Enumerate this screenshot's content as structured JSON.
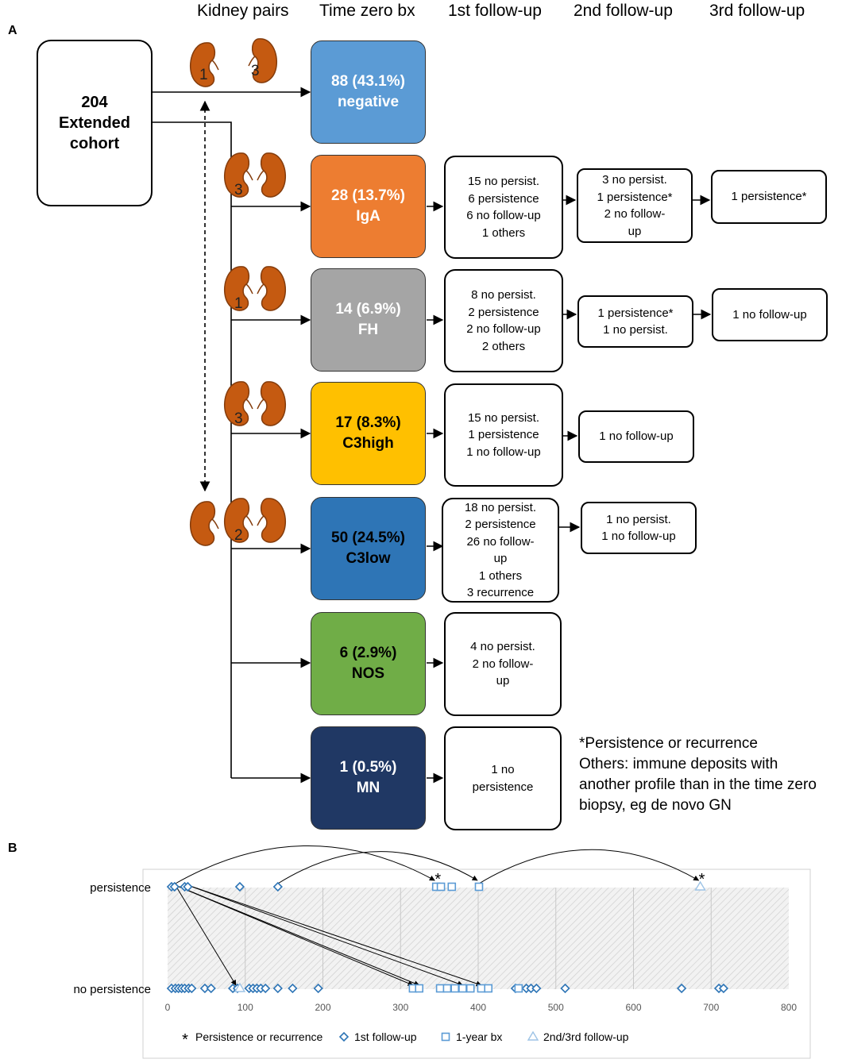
{
  "headers": [
    "Kidney pairs",
    "Time zero bx",
    "1st follow-up",
    "2nd follow-up",
    "3rd follow-up"
  ],
  "panel_a": "A",
  "panel_b": "B",
  "cohort": {
    "count": "204",
    "line1": "Extended",
    "line2": "cohort"
  },
  "categories": [
    {
      "id": "negative",
      "line1": "88 (43.1%)",
      "line2": "negative",
      "color": "#5B9BD5",
      "text_color": "#ffffff",
      "kidney_pairs": [
        "1",
        "3"
      ]
    },
    {
      "id": "iga",
      "line1": "28 (13.7%)",
      "line2": "IgA",
      "color": "#ED7D31",
      "text_color": "#ffffff",
      "kidney_pairs": [
        "3"
      ]
    },
    {
      "id": "fh",
      "line1": "14 (6.9%)",
      "line2": "FH",
      "color": "#A5A5A5",
      "text_color": "#ffffff",
      "kidney_pairs": [
        "1"
      ]
    },
    {
      "id": "c3high",
      "line1": "17  (8.3%)",
      "line2": "C3high",
      "color": "#FFC000",
      "text_color": "#000000",
      "kidney_pairs": [
        "3"
      ]
    },
    {
      "id": "c3low",
      "line1": "50 (24.5%)",
      "line2": "C3low",
      "color": "#2E75B6",
      "text_color": "#000000",
      "kidney_pairs": [
        "2"
      ]
    },
    {
      "id": "nos",
      "line1": "6 (2.9%)",
      "line2": "NOS",
      "color": "#70AD47",
      "text_color": "#000000",
      "kidney_pairs": []
    },
    {
      "id": "mn",
      "line1": "1 (0.5%)",
      "line2": "MN",
      "color": "#203864",
      "text_color": "#ffffff",
      "kidney_pairs": []
    }
  ],
  "left_single_kidney": "",
  "first_followup": {
    "iga": [
      "15 no persist.",
      "6 persistence",
      "6 no follow-up",
      "1 others"
    ],
    "fh": [
      "8 no persist.",
      "2 persistence",
      "2 no follow-up",
      "2 others"
    ],
    "c3high": [
      "15 no persist.",
      "1 persistence",
      "1 no follow-up"
    ],
    "c3low": [
      "18 no persist.",
      "2 persistence",
      "26 no follow-",
      "up",
      "1 others",
      "3 recurrence"
    ],
    "nos": [
      "4 no persist.",
      "2 no follow-",
      "up"
    ],
    "mn": [
      "1 no",
      "persistence"
    ]
  },
  "second_followup": {
    "iga": [
      "3 no persist.",
      "1 persistence*",
      "2 no follow-",
      "up"
    ],
    "fh": [
      "1 persistence*",
      "1 no persist."
    ],
    "c3high": [
      "1 no follow-up"
    ],
    "c3low": [
      "1 no persist.",
      "1 no follow-up"
    ]
  },
  "third_followup": {
    "iga": [
      "1 persistence*"
    ],
    "fh": [
      "1 no follow-up"
    ]
  },
  "notes": [
    "*Persistence or recurrence",
    "Others: immune deposits with",
    "another profile than in the time zero",
    "biopsy, eg de novo GN"
  ],
  "chart_data": {
    "type": "scatter",
    "xlim": [
      0,
      800
    ],
    "xticks": [
      "0",
      "100",
      "200",
      "300",
      "400",
      "500",
      "600",
      "700",
      "800"
    ],
    "ycategories": [
      "persistence",
      "no persistence"
    ],
    "grid": true,
    "legend_placement": "bottom",
    "legend": [
      {
        "marker": "asterisk",
        "label": "Persistence or recurrence"
      },
      {
        "marker": "diamond",
        "label": "1st follow-up"
      },
      {
        "marker": "square",
        "label": "1-year bx"
      },
      {
        "marker": "triangle",
        "label": "2nd/3rd follow-up"
      }
    ],
    "series": [
      {
        "name": "1st follow-up",
        "marker": "diamond",
        "color": "#2E75B6",
        "points": [
          {
            "x": 5,
            "y": "persistence"
          },
          {
            "x": 9,
            "y": "persistence"
          },
          {
            "x": 22,
            "y": "persistence"
          },
          {
            "x": 26,
            "y": "persistence"
          },
          {
            "x": 93,
            "y": "persistence"
          },
          {
            "x": 142,
            "y": "persistence"
          },
          {
            "x": 5,
            "y": "no persistence"
          },
          {
            "x": 10,
            "y": "no persistence"
          },
          {
            "x": 14,
            "y": "no persistence"
          },
          {
            "x": 18,
            "y": "no persistence"
          },
          {
            "x": 22,
            "y": "no persistence"
          },
          {
            "x": 27,
            "y": "no persistence"
          },
          {
            "x": 31,
            "y": "no persistence"
          },
          {
            "x": 48,
            "y": "no persistence"
          },
          {
            "x": 56,
            "y": "no persistence"
          },
          {
            "x": 84,
            "y": "no persistence"
          },
          {
            "x": 90,
            "y": "no persistence"
          },
          {
            "x": 105,
            "y": "no persistence"
          },
          {
            "x": 110,
            "y": "no persistence"
          },
          {
            "x": 115,
            "y": "no persistence"
          },
          {
            "x": 120,
            "y": "no persistence"
          },
          {
            "x": 126,
            "y": "no persistence"
          },
          {
            "x": 142,
            "y": "no persistence"
          },
          {
            "x": 161,
            "y": "no persistence"
          },
          {
            "x": 194,
            "y": "no persistence"
          },
          {
            "x": 448,
            "y": "no persistence"
          },
          {
            "x": 462,
            "y": "no persistence"
          },
          {
            "x": 468,
            "y": "no persistence"
          },
          {
            "x": 475,
            "y": "no persistence"
          },
          {
            "x": 512,
            "y": "no persistence"
          },
          {
            "x": 662,
            "y": "no persistence"
          },
          {
            "x": 710,
            "y": "no persistence"
          },
          {
            "x": 716,
            "y": "no persistence"
          }
        ]
      },
      {
        "name": "1-year bx",
        "marker": "square",
        "color": "#5B9BD5",
        "points": [
          {
            "x": 346,
            "y": "persistence"
          },
          {
            "x": 352,
            "y": "persistence"
          },
          {
            "x": 366,
            "y": "persistence"
          },
          {
            "x": 401,
            "y": "persistence"
          },
          {
            "x": 316,
            "y": "no persistence"
          },
          {
            "x": 324,
            "y": "no persistence"
          },
          {
            "x": 351,
            "y": "no persistence"
          },
          {
            "x": 360,
            "y": "no persistence"
          },
          {
            "x": 370,
            "y": "no persistence"
          },
          {
            "x": 380,
            "y": "no persistence"
          },
          {
            "x": 390,
            "y": "no persistence"
          },
          {
            "x": 404,
            "y": "no persistence"
          },
          {
            "x": 413,
            "y": "no persistence"
          },
          {
            "x": 452,
            "y": "no persistence"
          }
        ]
      },
      {
        "name": "2nd/3rd follow-up",
        "marker": "triangle",
        "color": "#9DC3E6",
        "points": [
          {
            "x": 686,
            "y": "persistence"
          },
          {
            "x": 93,
            "y": "no persistence"
          }
        ]
      },
      {
        "name": "Persistence or recurrence",
        "marker": "asterisk",
        "color": "#000000",
        "points": [
          {
            "x": 346,
            "y": "persistence"
          },
          {
            "x": 686,
            "y": "persistence"
          }
        ]
      }
    ],
    "arrows": [
      {
        "from": [
          10,
          "persistence"
        ],
        "to": [
          346,
          "persistence"
        ],
        "curve": "arc"
      },
      {
        "from": [
          142,
          "persistence"
        ],
        "to": [
          401,
          "persistence"
        ],
        "curve": "arc"
      },
      {
        "from": [
          401,
          "persistence"
        ],
        "to": [
          686,
          "persistence"
        ],
        "curve": "arc"
      },
      {
        "from": [
          10,
          "persistence"
        ],
        "to": [
          88,
          "no persistence"
        ],
        "curve": "straight"
      },
      {
        "from": [
          10,
          "persistence"
        ],
        "to": [
          316,
          "no persistence"
        ],
        "curve": "straight"
      },
      {
        "from": [
          10,
          "persistence"
        ],
        "to": [
          324,
          "no persistence"
        ],
        "curve": "straight"
      },
      {
        "from": [
          26,
          "persistence"
        ],
        "to": [
          380,
          "no persistence"
        ],
        "curve": "straight"
      },
      {
        "from": [
          26,
          "persistence"
        ],
        "to": [
          404,
          "no persistence"
        ],
        "curve": "straight"
      }
    ]
  }
}
